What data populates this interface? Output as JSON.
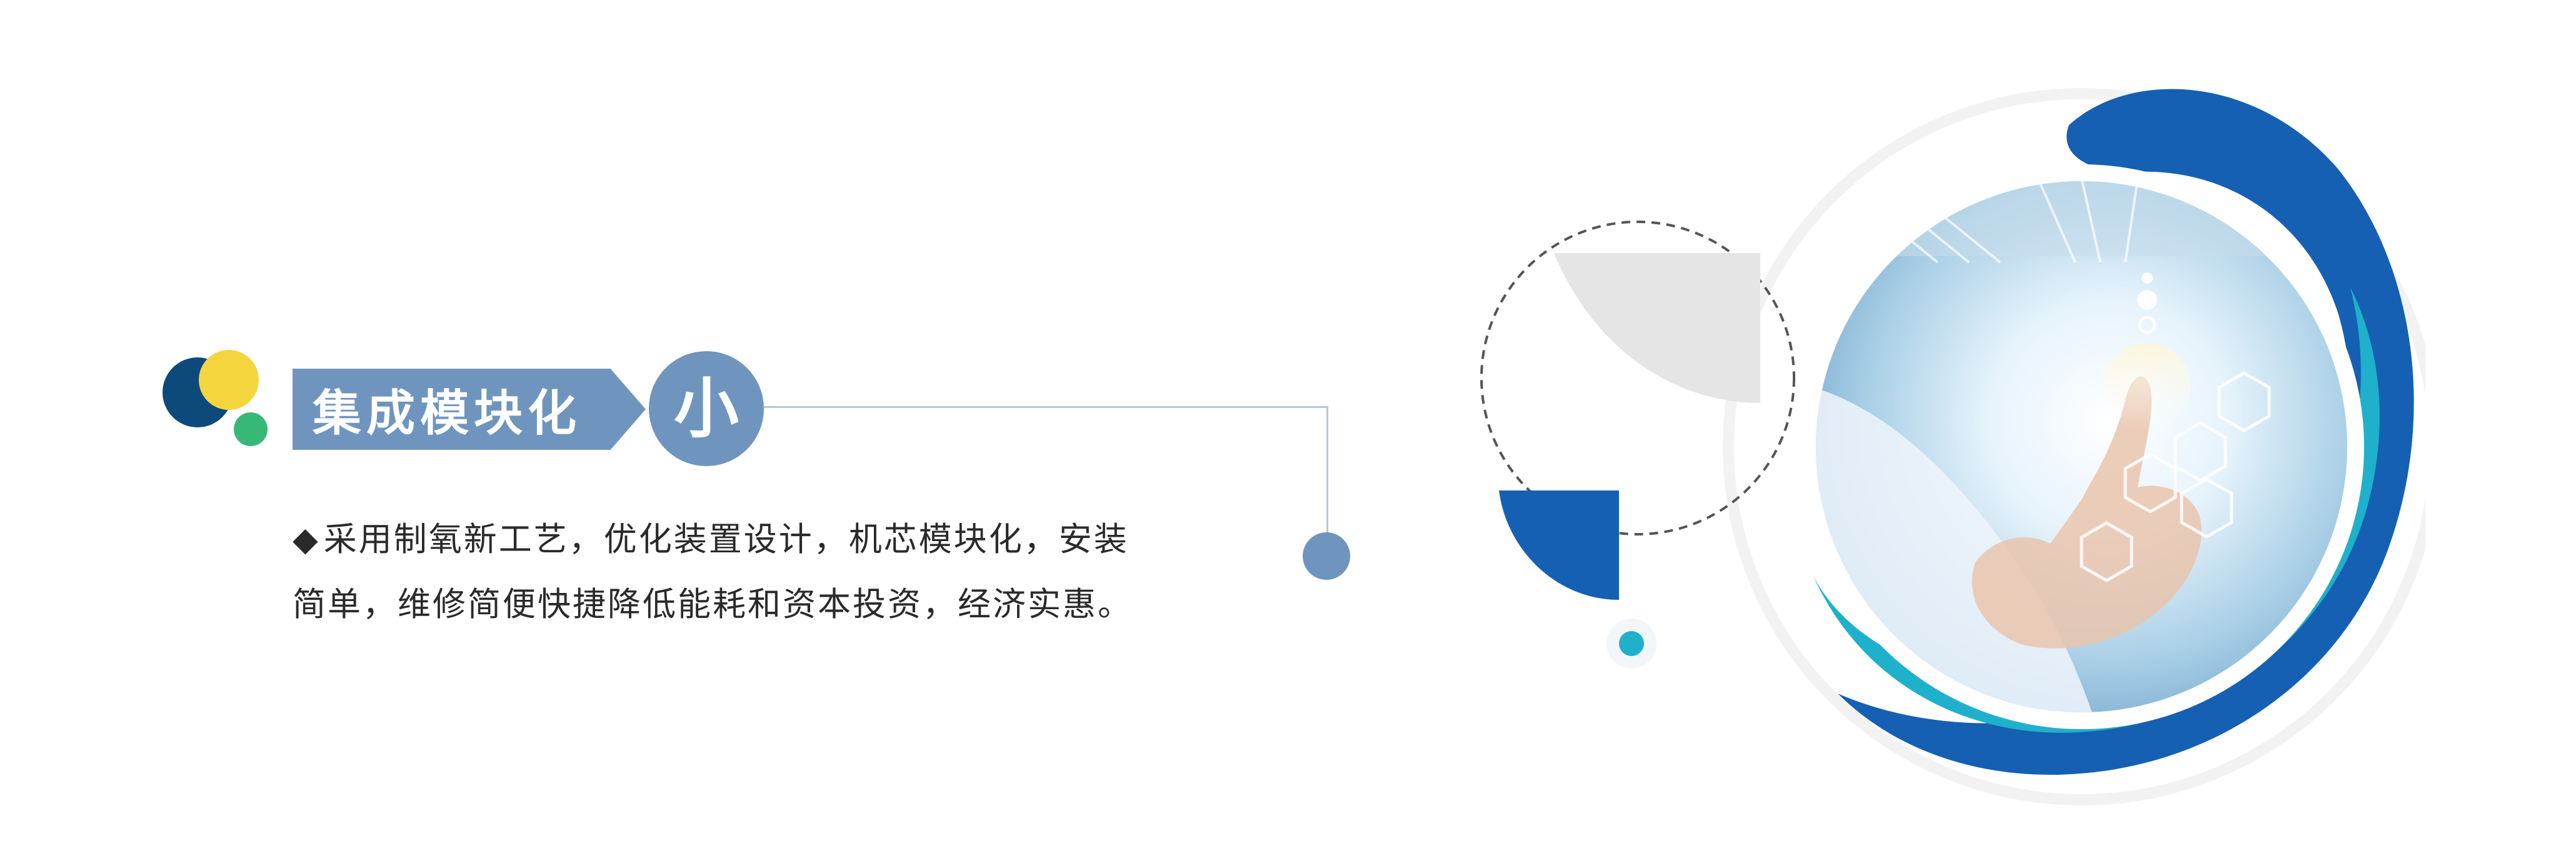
{
  "feature": {
    "title": "集成模块化",
    "highlight_char": "小",
    "bullet": "◆",
    "description_lines": [
      "采用制氧新工艺，优化装置设计，机芯模块化，安装",
      "简单，维修简便快捷降低能耗和资本投资，经济实惠。"
    ]
  },
  "colors": {
    "badge": "#6f95bf",
    "deep_blue": "#1560b2",
    "cyan": "#1fb0cc",
    "navy_dot": "#0c4a7c",
    "yellow_dot": "#f4d53e",
    "green_dot": "#37b877"
  },
  "icons": [
    "hexagon-tech-icon",
    "cloud-icon",
    "gear-icon"
  ]
}
